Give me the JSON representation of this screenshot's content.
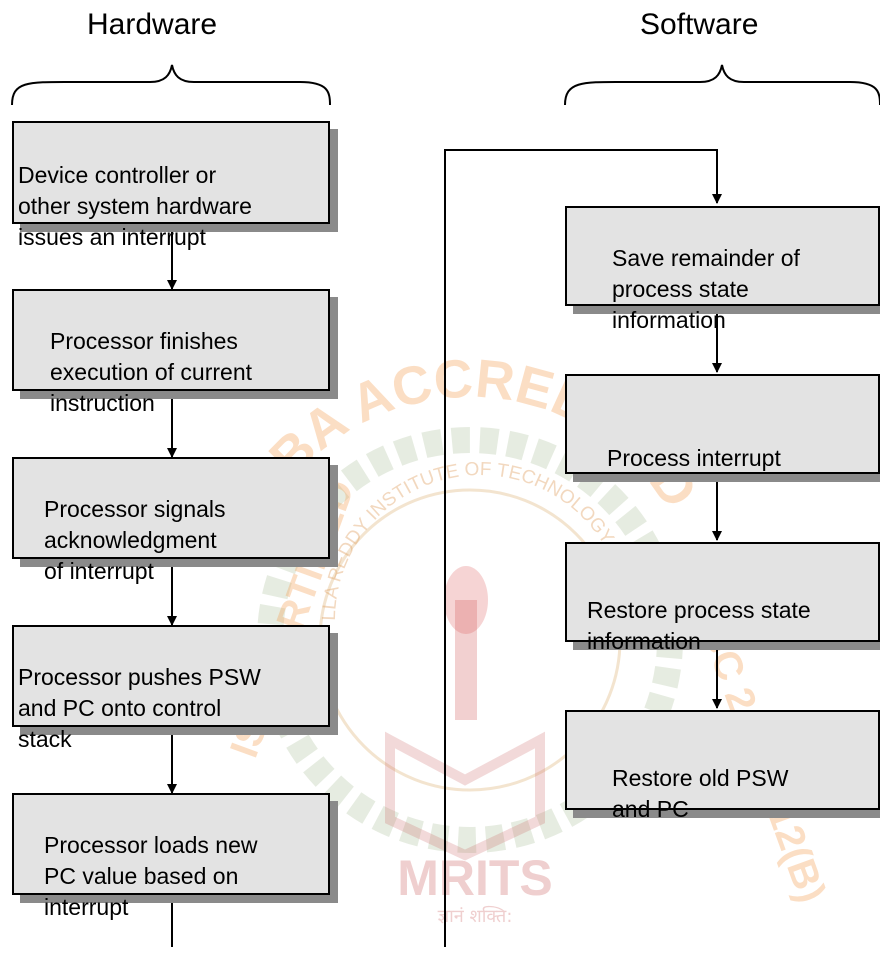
{
  "headers": {
    "hardware": "Hardware",
    "software": "Software"
  },
  "watermark": {
    "arc_top": "NBA ACCREDITED",
    "arc_inner": "MALLA REDDY INSTITUTE OF TECHNOLOGY & SCIENCE",
    "arc_left": "ISO CERTIFIED",
    "arc_right": "UGC 2(F) & 12(B)",
    "brand": "MRITS",
    "motto": "ज्ञानं शक्ति:",
    "colors": {
      "arc": "#f4a35a",
      "ring": "#b7c9a8",
      "brand": "#e1a0a0"
    }
  },
  "hardware_steps": [
    "Device controller or\nother system hardware\nissues an interrupt",
    "Processor finishes\nexecution of current\ninstruction",
    "Processor signals\nacknowledgment\nof interrupt",
    "Processor pushes PSW\nand PC onto control\nstack",
    "Processor loads new\nPC value based on\ninterrupt"
  ],
  "software_steps": [
    "Save remainder of\nprocess state\ninformation",
    "Process interrupt",
    "Restore process state\ninformation",
    "Restore old PSW\nand PC"
  ],
  "colors": {
    "box_fill": "#e3e3e3",
    "box_shadow": "#8a8a8a",
    "line": "#000000"
  }
}
